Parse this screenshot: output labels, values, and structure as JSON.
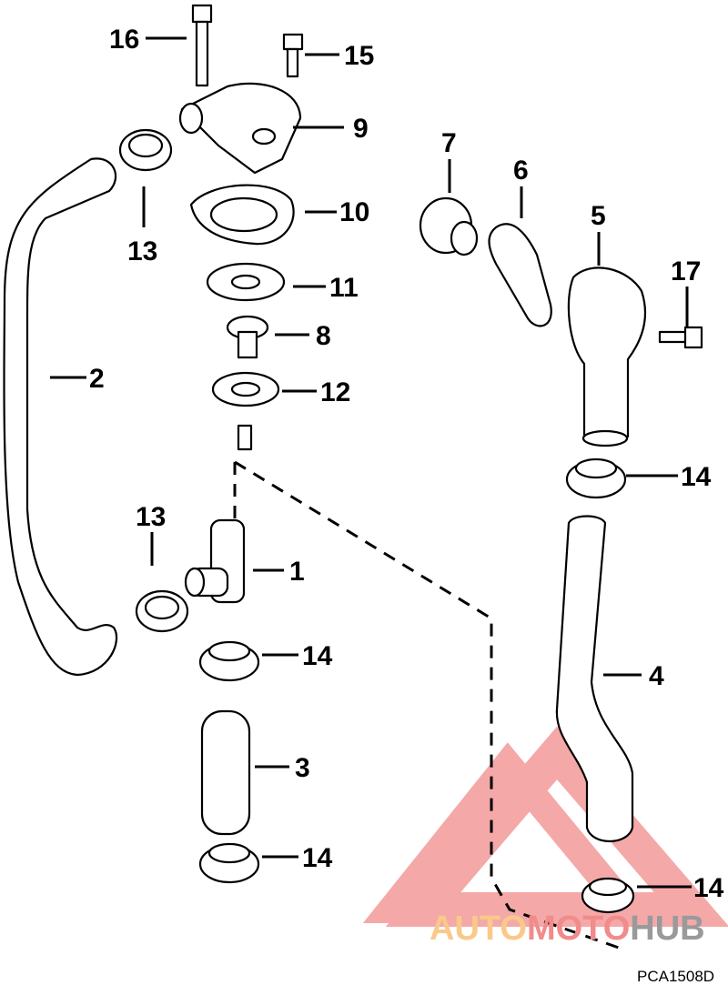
{
  "figure_code": "PCA1508D",
  "watermark": {
    "part1": "AUTO",
    "part2": "MOTO",
    "part3": "HUB",
    "colors": {
      "auto": "#f9c98a",
      "moto": "#f28b8b",
      "hub": "#9a9a9a",
      "triangle": "#f28b8b"
    }
  },
  "callouts": [
    {
      "label": "16"
    },
    {
      "label": "15"
    },
    {
      "label": "9"
    },
    {
      "label": "13"
    },
    {
      "label": "10"
    },
    {
      "label": "7"
    },
    {
      "label": "6"
    },
    {
      "label": "5"
    },
    {
      "label": "17"
    },
    {
      "label": "11"
    },
    {
      "label": "2"
    },
    {
      "label": "8"
    },
    {
      "label": "12"
    },
    {
      "label": "14"
    },
    {
      "label": "13"
    },
    {
      "label": "1"
    },
    {
      "label": "14"
    },
    {
      "label": "4"
    },
    {
      "label": "3"
    },
    {
      "label": "14"
    },
    {
      "label": "14"
    }
  ]
}
